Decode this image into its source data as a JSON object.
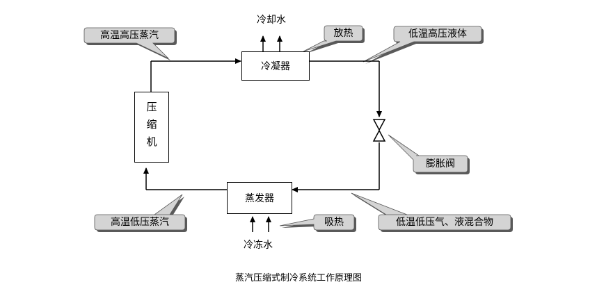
{
  "diagram": {
    "caption": "蒸汽压缩式制冷系统工作原理图",
    "components": {
      "condenser": "冷凝器",
      "compressor": "压缩机",
      "evaporator": "蒸发器"
    },
    "flows": {
      "cooling_water": "冷却水",
      "chilled_water": "冷冻水"
    },
    "callouts": {
      "high_temp_high_pressure_vapor": "高温高压蒸汽",
      "heat_release": "放热",
      "low_temp_high_pressure_liquid": "低温高压液体",
      "expansion_valve": "膨胀阀",
      "high_temp_low_pressure_vapor": "高温低压蒸汽",
      "heat_absorb": "吸热",
      "low_temp_low_pressure_mixture": "低温低压气、液混合物"
    },
    "colors": {
      "line": "#000000",
      "callout_fill": "#d4d4d4",
      "callout_shadow": "#5a5a5a",
      "background": "#ffffff"
    }
  }
}
